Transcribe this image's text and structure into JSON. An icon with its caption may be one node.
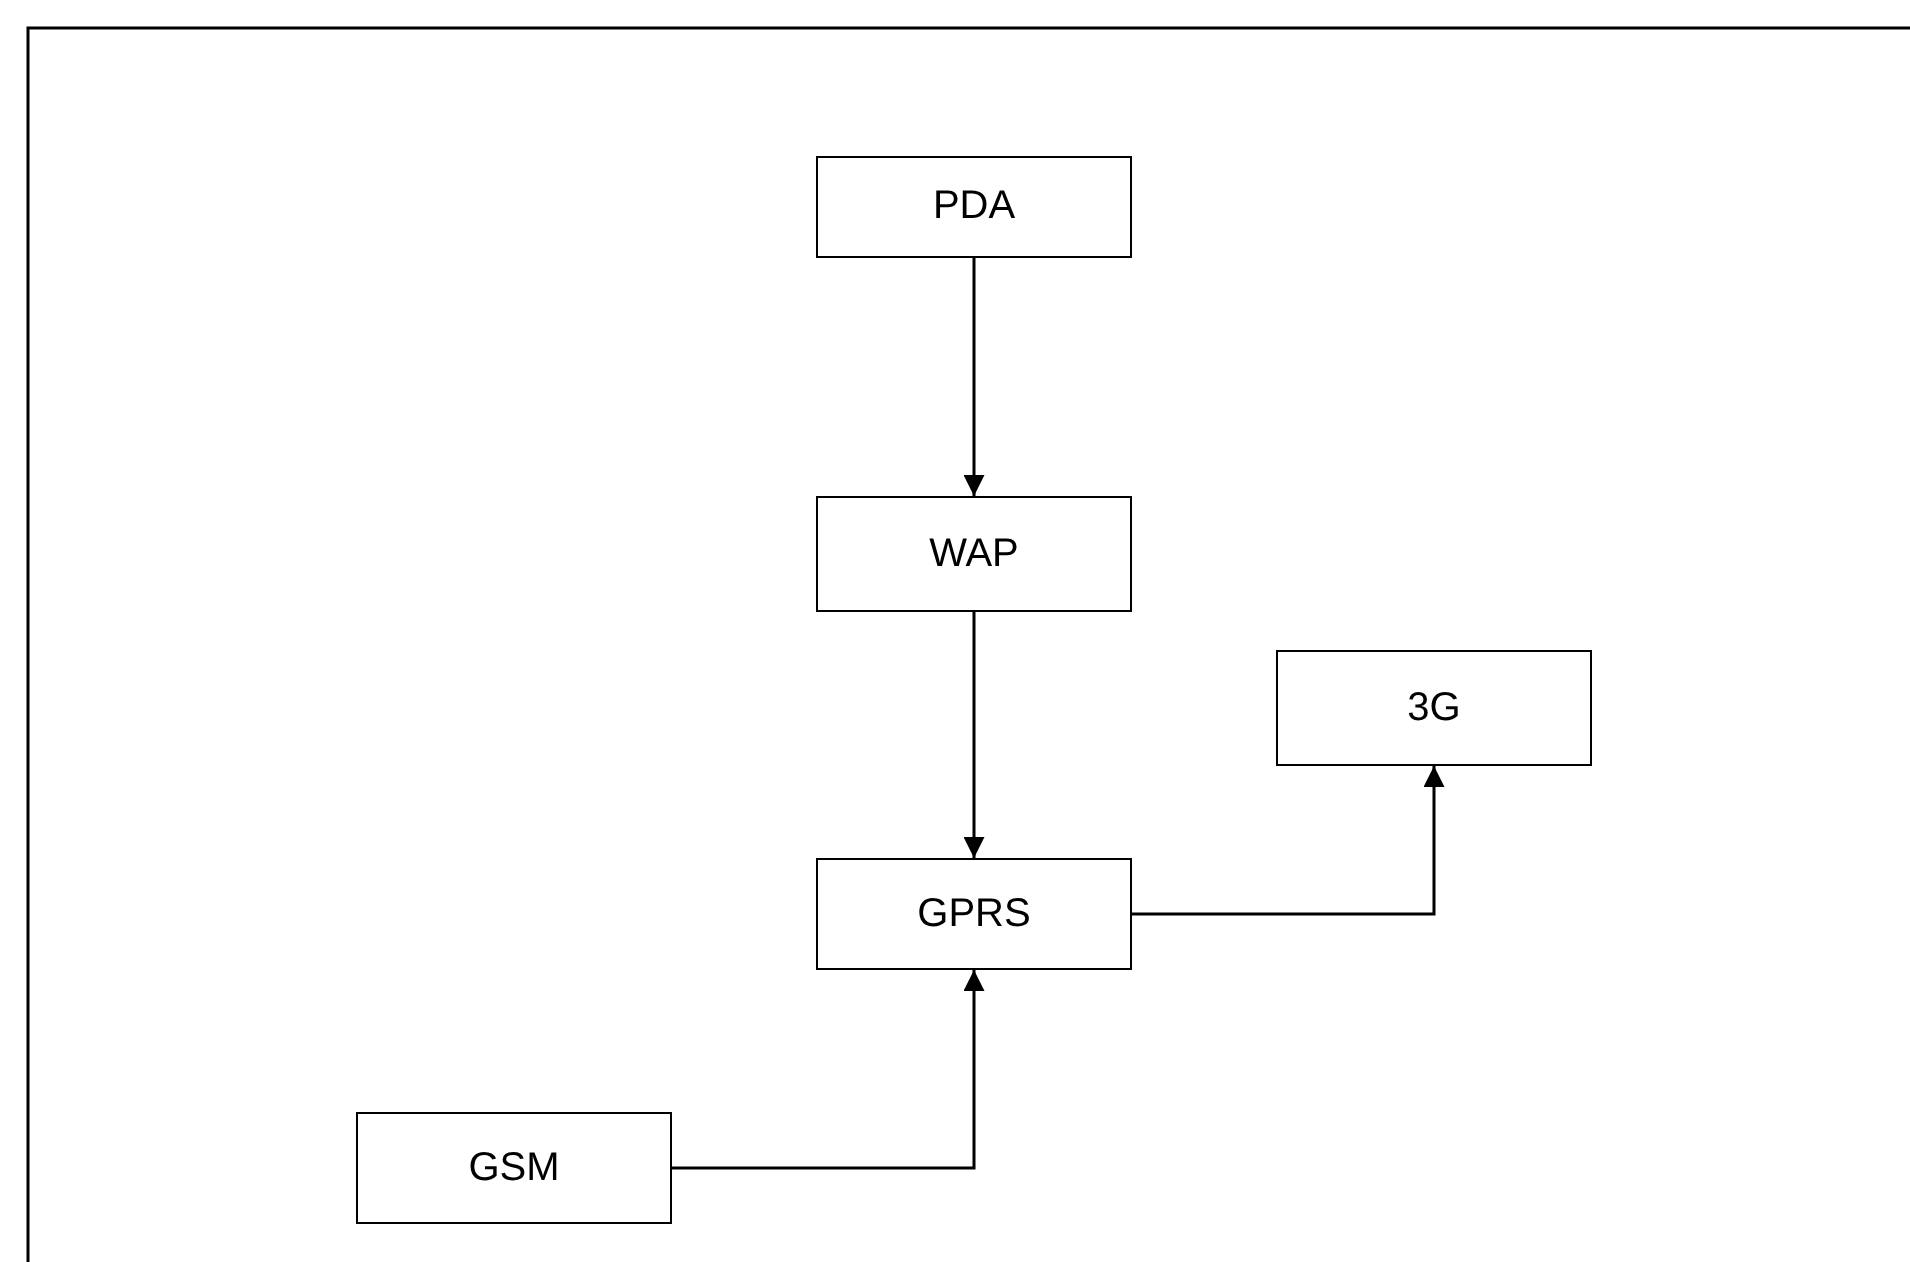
{
  "diagram": {
    "nodes": [
      {
        "text": [
          "PDA"
        ]
      },
      {
        "text": [
          "WAP"
        ]
      },
      {
        "text": [
          "3G"
        ]
      },
      {
        "text": [
          "GPRS"
        ]
      },
      {
        "text": [
          "GSM"
        ]
      }
    ],
    "edges": [
      {
        "from": 0,
        "to": 1,
        "arrow": "to"
      },
      {
        "from": 1,
        "to": 3,
        "arrow": "to"
      },
      {
        "from": 3,
        "to": 2,
        "arrow": "to"
      },
      {
        "from": 4,
        "to": 3,
        "arrow": "to"
      }
    ]
  }
}
